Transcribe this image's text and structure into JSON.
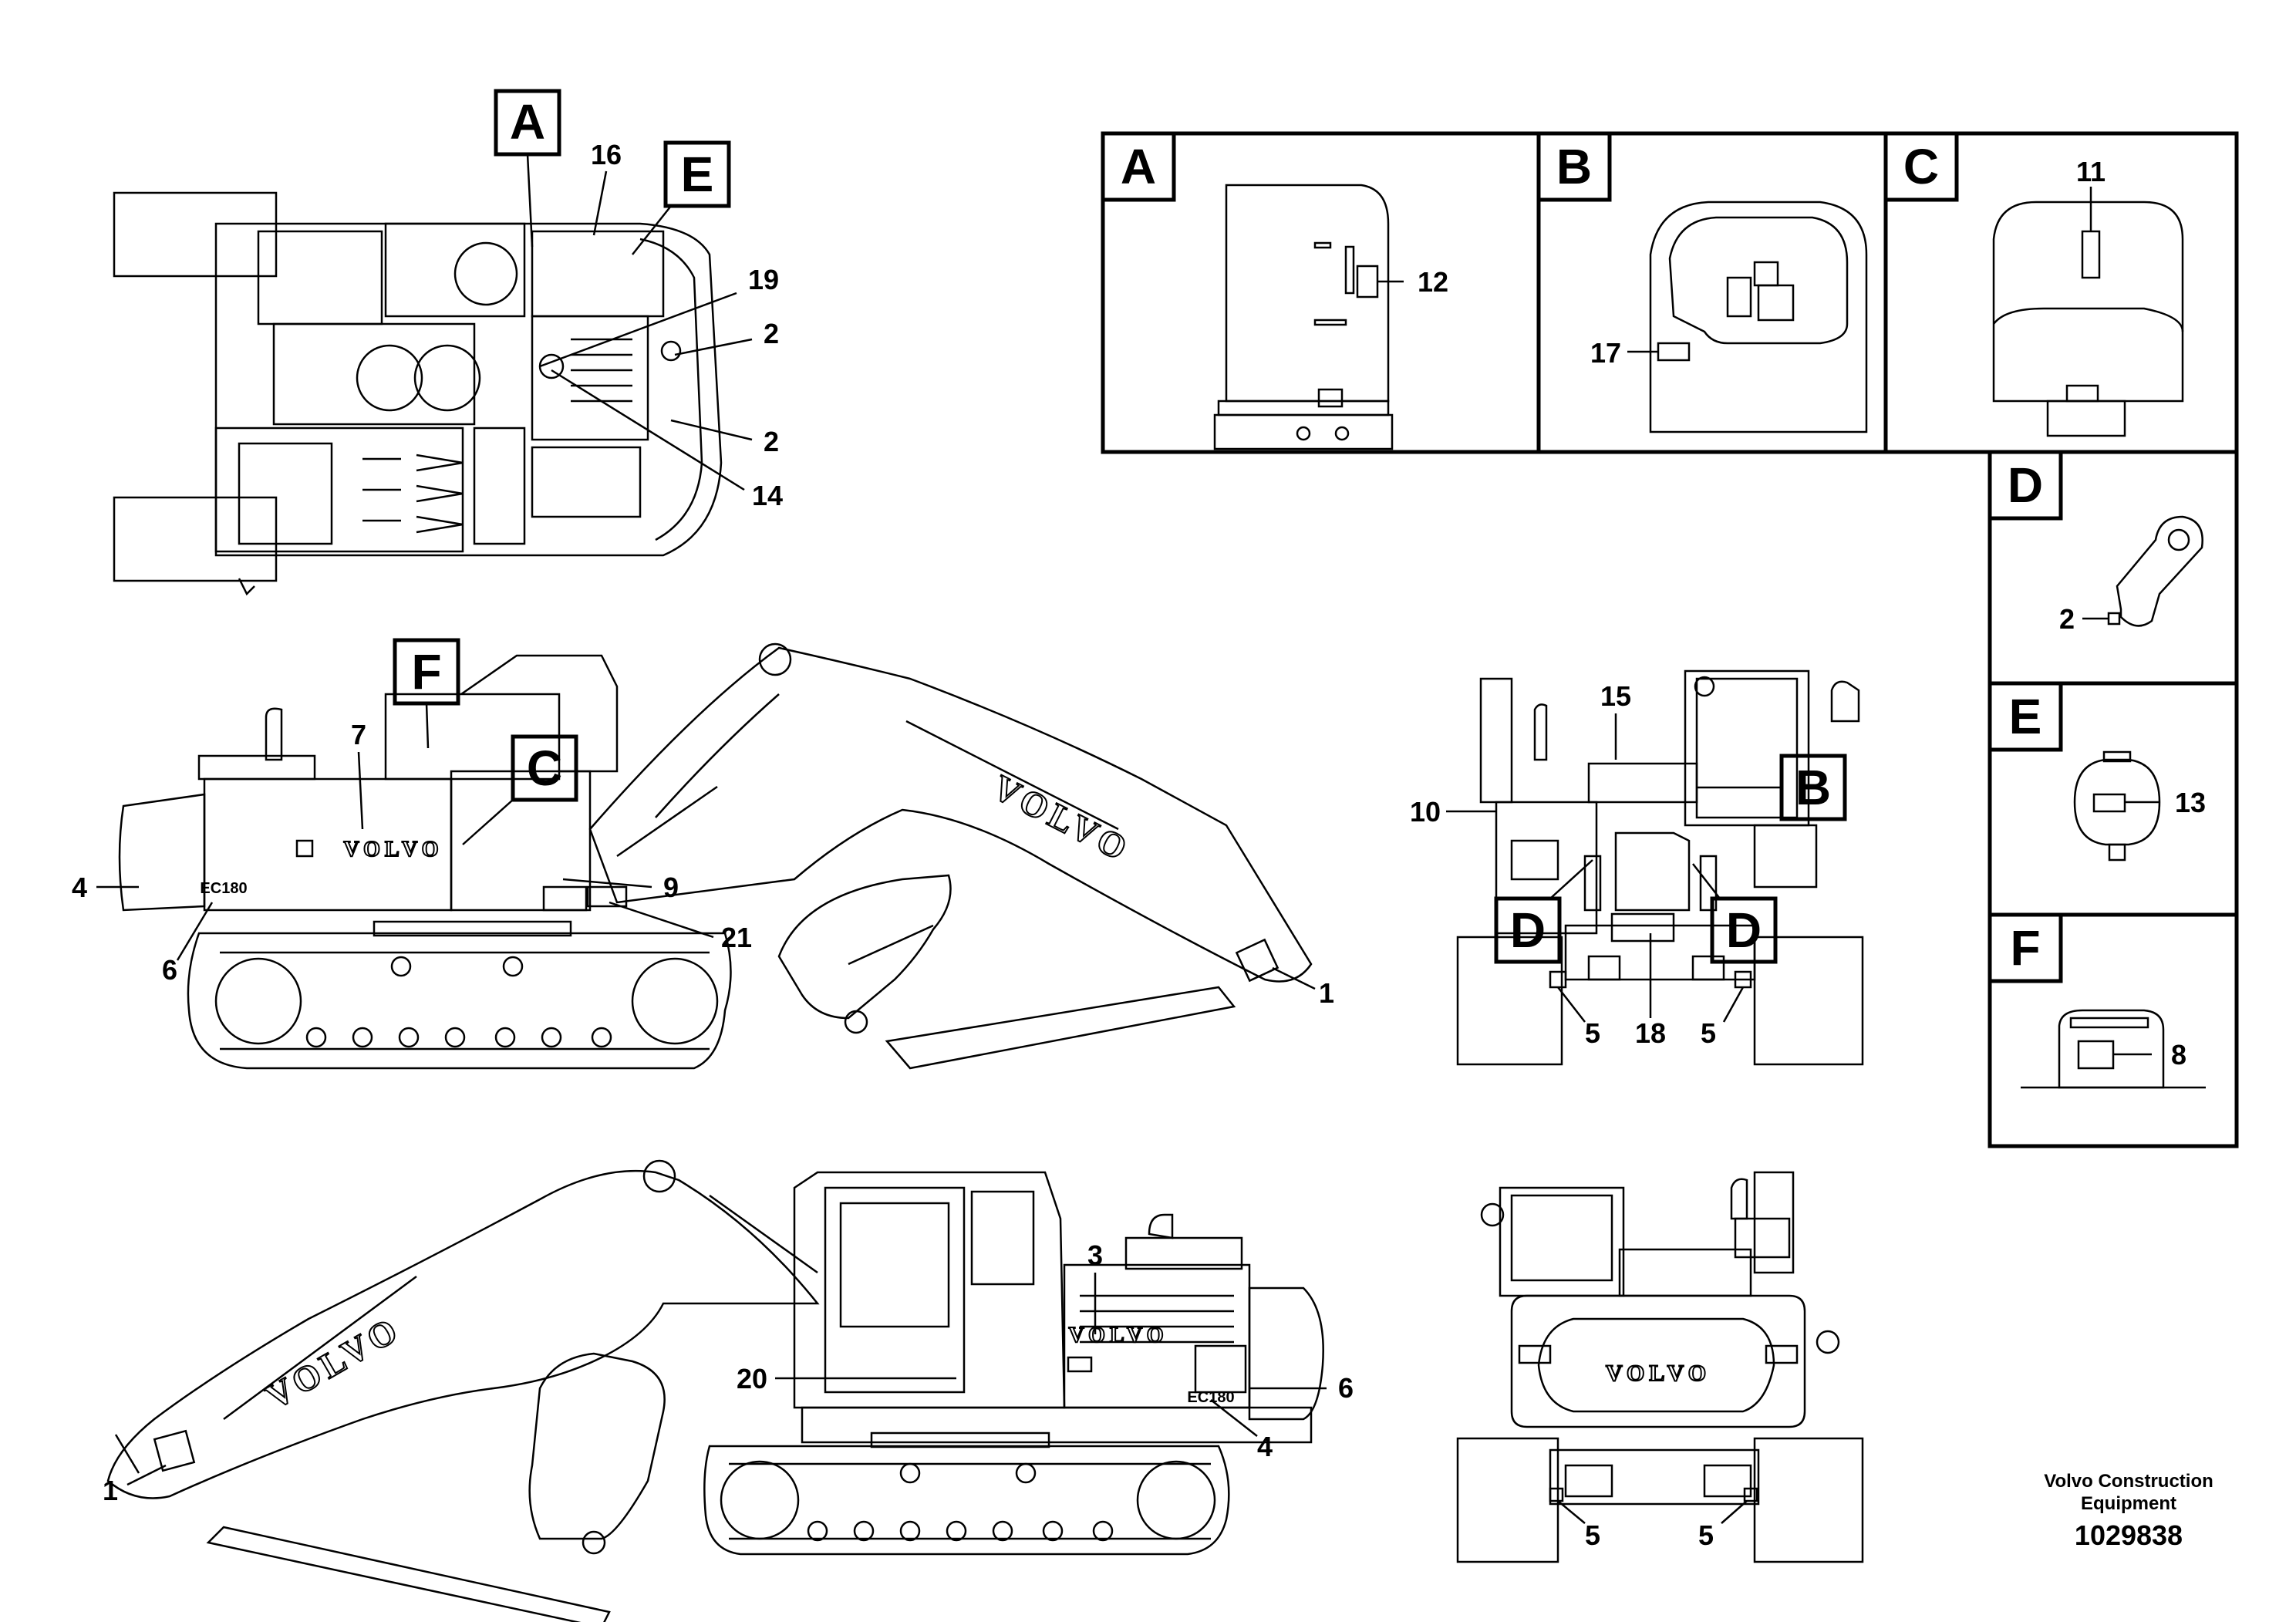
{
  "detail_panels": [
    {
      "letter": "A",
      "callouts": [
        "12"
      ]
    },
    {
      "letter": "B",
      "callouts": [
        "17"
      ]
    },
    {
      "letter": "C",
      "callouts": [
        "11"
      ]
    },
    {
      "letter": "D",
      "callouts": [
        "2"
      ]
    },
    {
      "letter": "E",
      "callouts": [
        "13"
      ]
    },
    {
      "letter": "F",
      "callouts": [
        "8"
      ]
    }
  ],
  "top_view": {
    "letter_markers": [
      "A",
      "E"
    ],
    "callouts": [
      "16",
      "19",
      "2",
      "2",
      "14"
    ]
  },
  "side_view_left": {
    "letter_markers": [
      "F",
      "C"
    ],
    "callouts": [
      "7",
      "4",
      "6",
      "9",
      "21",
      "1"
    ],
    "boom_text": "VOLVO",
    "body_text": "VOLVO",
    "model_text": "EC180"
  },
  "rear_view": {
    "letter_markers": [
      "B",
      "D",
      "D"
    ],
    "callouts": [
      "15",
      "10",
      "5",
      "18",
      "5"
    ]
  },
  "side_view_right": {
    "callouts": [
      "3",
      "20",
      "6",
      "4",
      "1"
    ],
    "boom_text": "VOLVO",
    "body_text": "VOLVO",
    "model_text": "EC180"
  },
  "front_view": {
    "callouts": [
      "5",
      "5"
    ],
    "body_text": "VOLVO"
  },
  "footer": {
    "company_line1": "Volvo Construction",
    "company_line2": "Equipment",
    "drawing_number": "1029838"
  }
}
